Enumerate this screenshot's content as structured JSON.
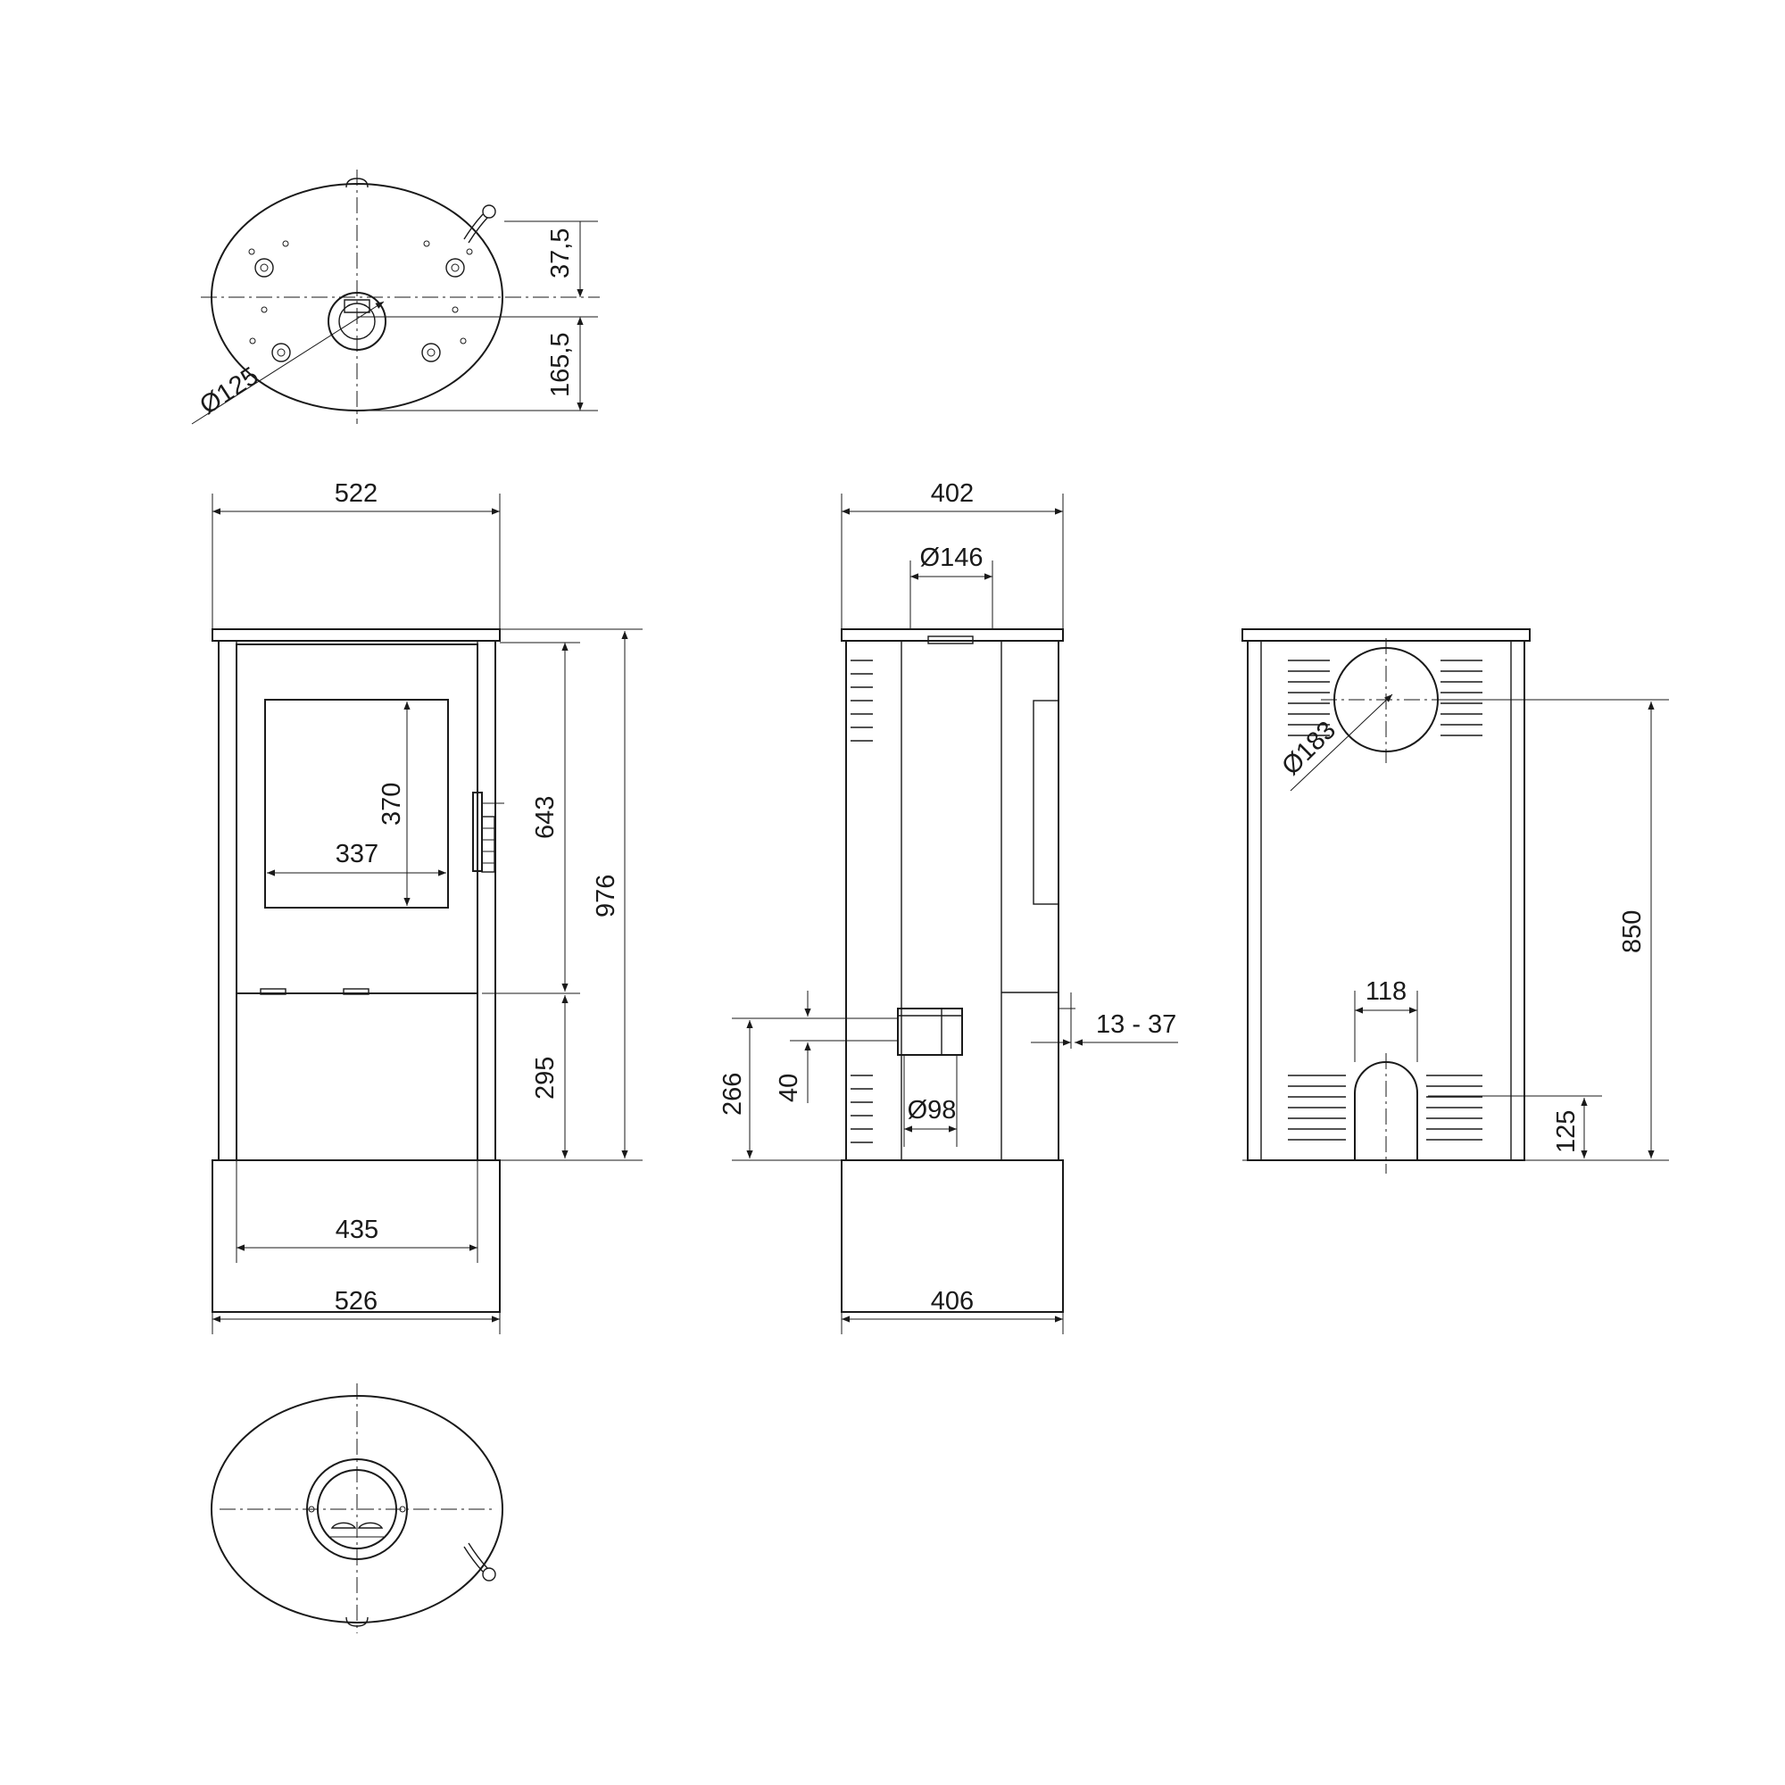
{
  "dimensions": {
    "top_flue_dia": "Ø125",
    "top_offset_a": "37,5",
    "top_offset_b": "165,5",
    "front_width_top": "522",
    "front_glass_height": "370",
    "front_glass_width": "337",
    "front_door_height": "643",
    "front_total_height": "976",
    "front_lower_height": "295",
    "front_inner_width": "435",
    "front_base_width": "526",
    "side_depth_top": "402",
    "side_flue_dia": "Ø146",
    "side_air_height": "266",
    "side_air_offset": "40",
    "side_air_dia": "Ø98",
    "side_leg_adjust": "13 - 37",
    "side_depth_base": "406",
    "back_flue_dia": "Ø183",
    "back_flue_height": "850",
    "back_air_width": "118",
    "back_air_height": "125"
  }
}
